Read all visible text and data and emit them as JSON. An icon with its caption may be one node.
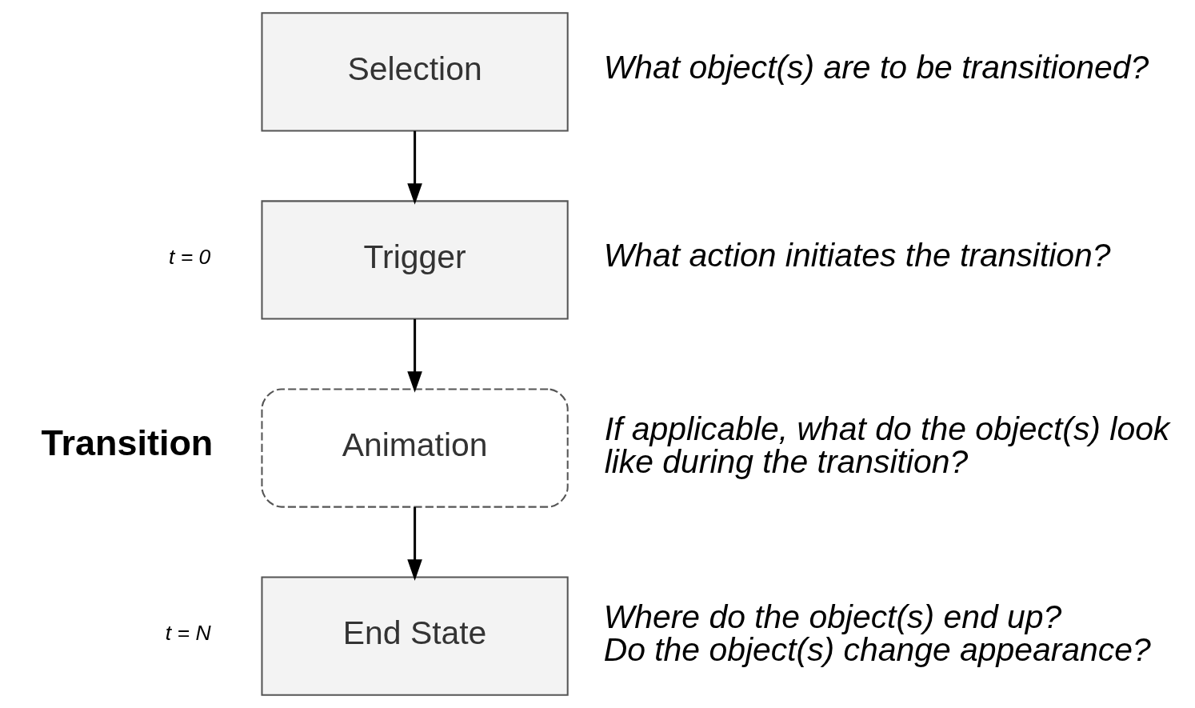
{
  "diagram": {
    "nodes": [
      {
        "text": [
          "Selection"
        ],
        "beside": [
          "What object(s) are to be transitioned?"
        ]
      },
      {
        "text": [
          "Trigger"
        ],
        "beside": [
          "What action initiates the transition?"
        ]
      },
      {
        "text": [
          "Animation"
        ],
        "beside": [
          "If applicable, what do the object(s) look like during the transition?"
        ]
      },
      {
        "text": [
          "End State"
        ],
        "beside": [
          "Where do the object(s) end up?",
          "Do the object(s) change appearance?"
        ]
      }
    ],
    "edges": [
      {
        "from": 0,
        "to": 1,
        "arrow": "to"
      },
      {
        "from": 1,
        "to": 2,
        "arrow": "to"
      },
      {
        "from": 2,
        "to": 3,
        "arrow": "to"
      }
    ],
    "labels": [
      "t = 0",
      "Transition",
      "t = N"
    ]
  }
}
